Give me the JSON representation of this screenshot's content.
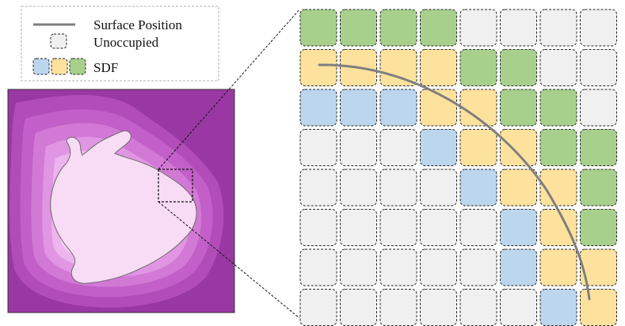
{
  "legend": {
    "surface_label": "Surface Position",
    "unoccupied_label": "Unoccupied",
    "sdf_label": "SDF"
  },
  "colors": {
    "unoccupied": "#f0f0f0",
    "sdf_blue": "#bcd6ee",
    "sdf_yellow": "#fde29e",
    "sdf_green": "#a8d08d",
    "surface_line": "#7f7f7f",
    "field_outer": "#a23fa9",
    "field_inner": "#f8d9f4"
  },
  "grid": {
    "cells": [
      [
        "G",
        "G",
        "G",
        "G",
        "U",
        "U",
        "U",
        "U"
      ],
      [
        "Y",
        "Y",
        "Y",
        "Y",
        "G",
        "G",
        "U",
        "U"
      ],
      [
        "B",
        "B",
        "B",
        "Y",
        "Y",
        "G",
        "G",
        "U"
      ],
      [
        "U",
        "U",
        "U",
        "B",
        "Y",
        "Y",
        "G",
        "G"
      ],
      [
        "U",
        "U",
        "U",
        "U",
        "B",
        "Y",
        "Y",
        "G"
      ],
      [
        "U",
        "U",
        "U",
        "U",
        "U",
        "B",
        "Y",
        "G"
      ],
      [
        "U",
        "U",
        "U",
        "U",
        "U",
        "B",
        "Y",
        "Y"
      ],
      [
        "U",
        "U",
        "U",
        "U",
        "U",
        "U",
        "B",
        "Y"
      ]
    ]
  }
}
